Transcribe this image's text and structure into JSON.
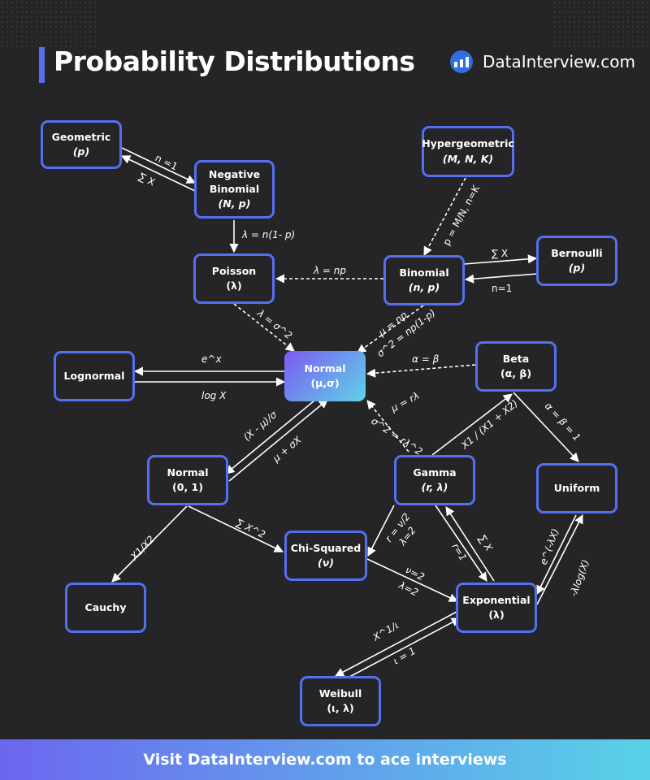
{
  "header": {
    "title": "Probability Distributions",
    "brand": "DataInterview.com"
  },
  "nodes": {
    "geometric": {
      "name": "Geometric",
      "param": "(p)"
    },
    "neg_binomial": {
      "name1": "Negative",
      "name2": "Binomial",
      "param": "(N, p)"
    },
    "hypergeometric": {
      "name": "Hypergeometric",
      "param": "(M, N, K)"
    },
    "poisson": {
      "name": "Poisson",
      "param": "(λ)"
    },
    "binomial": {
      "name": "Binomial",
      "param": "(n, p)"
    },
    "bernoulli": {
      "name": "Bernoulli",
      "param": "(p)"
    },
    "lognormal": {
      "name": "Lognormal"
    },
    "normal": {
      "name": "Normal",
      "param": "(μ,σ)"
    },
    "beta": {
      "name": "Beta",
      "param": "(α, β)"
    },
    "std_normal": {
      "name": "Normal",
      "param": "(0, 1)"
    },
    "gamma": {
      "name": "Gamma",
      "param": "(r, λ)"
    },
    "uniform": {
      "name": "Uniform"
    },
    "chi_squared": {
      "name": "Chi-Squared",
      "param": "(ν)"
    },
    "cauchy": {
      "name": "Cauchy"
    },
    "exponential": {
      "name": "Exponential",
      "param": "(λ)"
    },
    "weibull": {
      "name": "Weibull",
      "param": "(ι, λ)"
    }
  },
  "edges": {
    "geo_to_nb": "n =1",
    "nb_to_geo": "∑ X",
    "nb_to_poisson": "λ = n(1- p)",
    "hyper_to_binom": "p = M/N, n=K",
    "binom_to_bern": "∑ X",
    "bern_to_binom": "n=1",
    "binom_to_poisson": "λ = np",
    "poisson_to_normal": "λ = σ^2",
    "binom_to_normal_mu": "μ = np",
    "binom_to_normal_sigma": "σ^2 = np(1-p)",
    "beta_to_normal": "α = β",
    "normal_to_lognormal": "e^x",
    "lognormal_to_normal": "log X",
    "normal_to_std": "(X - μ)/σ",
    "std_to_normal": "μ + σX",
    "gamma_to_normal_mu": "μ = rλ",
    "gamma_to_normal_sigma": "σ^2 = rλ^2",
    "gamma_to_beta": "X1 / (X1 + X2)",
    "beta_to_uniform": "α = β = 1",
    "std_to_cauchy": "X1/X2",
    "std_to_chi": "∑ X^2",
    "gamma_to_chi_1": "r = ν/2",
    "gamma_to_chi_2": "λ=2",
    "gamma_to_exp": "r=1",
    "exp_to_gamma": "∑ X",
    "chi_to_exp_1": "ν=2",
    "chi_to_exp_2": "λ=2",
    "exp_to_uniform": "e^(-λX)",
    "uniform_to_exp": "-λlog(X)",
    "exp_to_weibull": "X^1/ι",
    "weibull_to_exp": "ι = 1"
  },
  "footer": {
    "text": "Visit DataInterview.com to ace interviews"
  },
  "colors": {
    "background": "#252527",
    "node_border": "#5470f0",
    "accent": "#5b6ef0",
    "normal_gradient_start": "#7b5af2",
    "normal_gradient_end": "#5fd3e6"
  }
}
